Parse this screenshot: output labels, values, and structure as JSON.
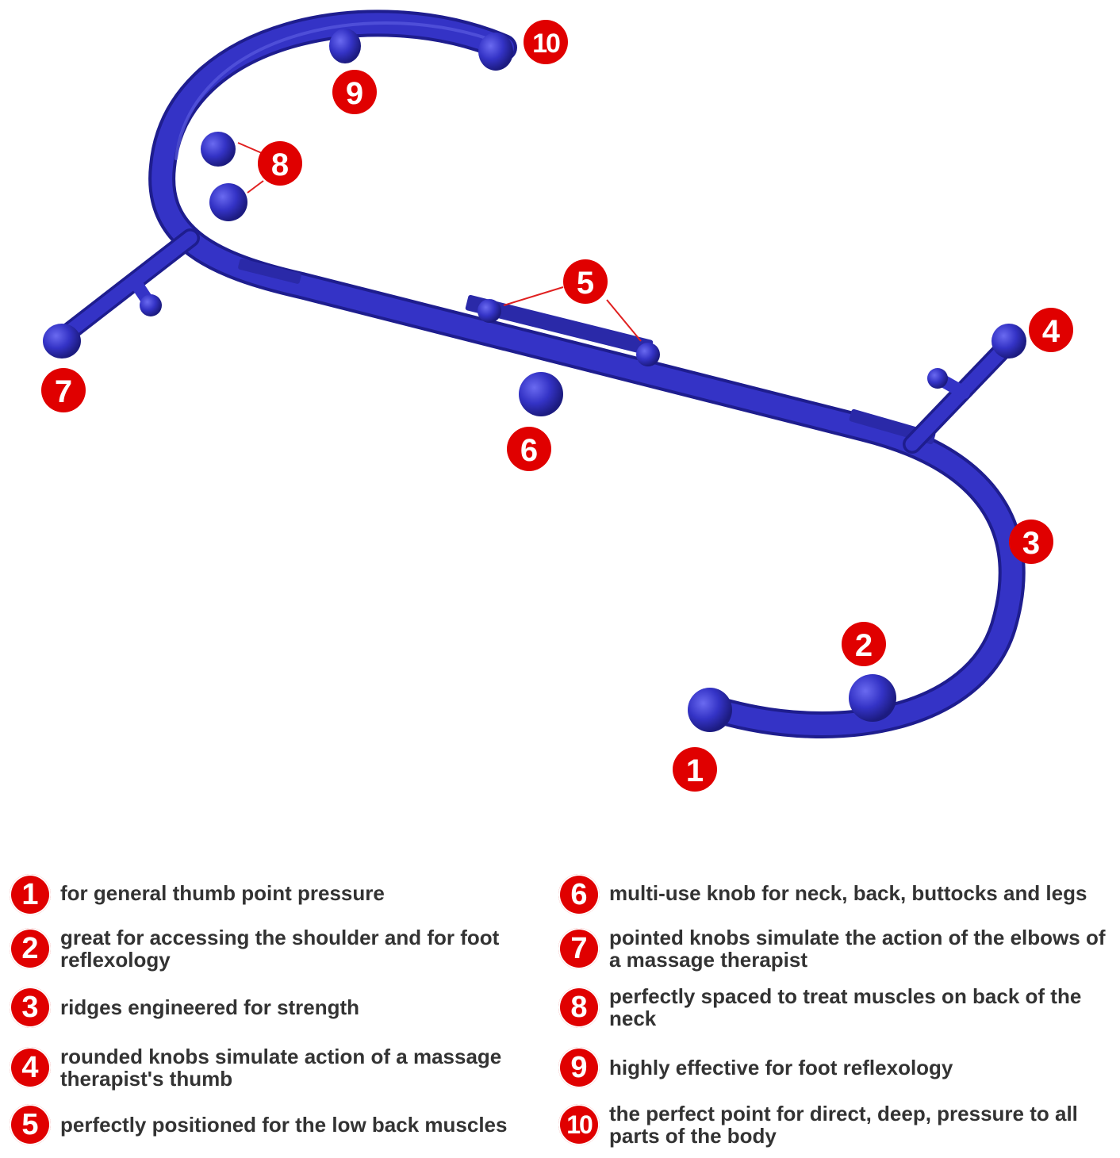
{
  "colors": {
    "tool_blue": "#3433c6",
    "tool_blue_dark": "#1e1d8e",
    "tool_blue_light": "#5a5ae0",
    "callout_red": "#e00000",
    "leader_red": "#e02020",
    "text_gray": "#333333"
  },
  "callouts": [
    "1",
    "2",
    "3",
    "4",
    "5",
    "6",
    "7",
    "8",
    "9",
    "10"
  ],
  "legend": [
    {
      "num": "1",
      "text": "for general thumb point pressure"
    },
    {
      "num": "2",
      "text": "great for accessing the shoulder and for foot reflexology"
    },
    {
      "num": "3",
      "text": "ridges engineered for strength"
    },
    {
      "num": "4",
      "text": "rounded knobs simulate action of a massage therapist's thumb"
    },
    {
      "num": "5",
      "text": "perfectly positioned for the low back muscles"
    },
    {
      "num": "6",
      "text": "multi-use knob for neck, back, buttocks and legs"
    },
    {
      "num": "7",
      "text": "pointed knobs simulate the action of the elbows of a massage therapist"
    },
    {
      "num": "8",
      "text": "perfectly spaced to treat muscles on back of the neck"
    },
    {
      "num": "9",
      "text": "highly effective for foot reflexology"
    },
    {
      "num": "10",
      "text": "the perfect point for direct, deep, pressure to all parts of the body"
    }
  ]
}
